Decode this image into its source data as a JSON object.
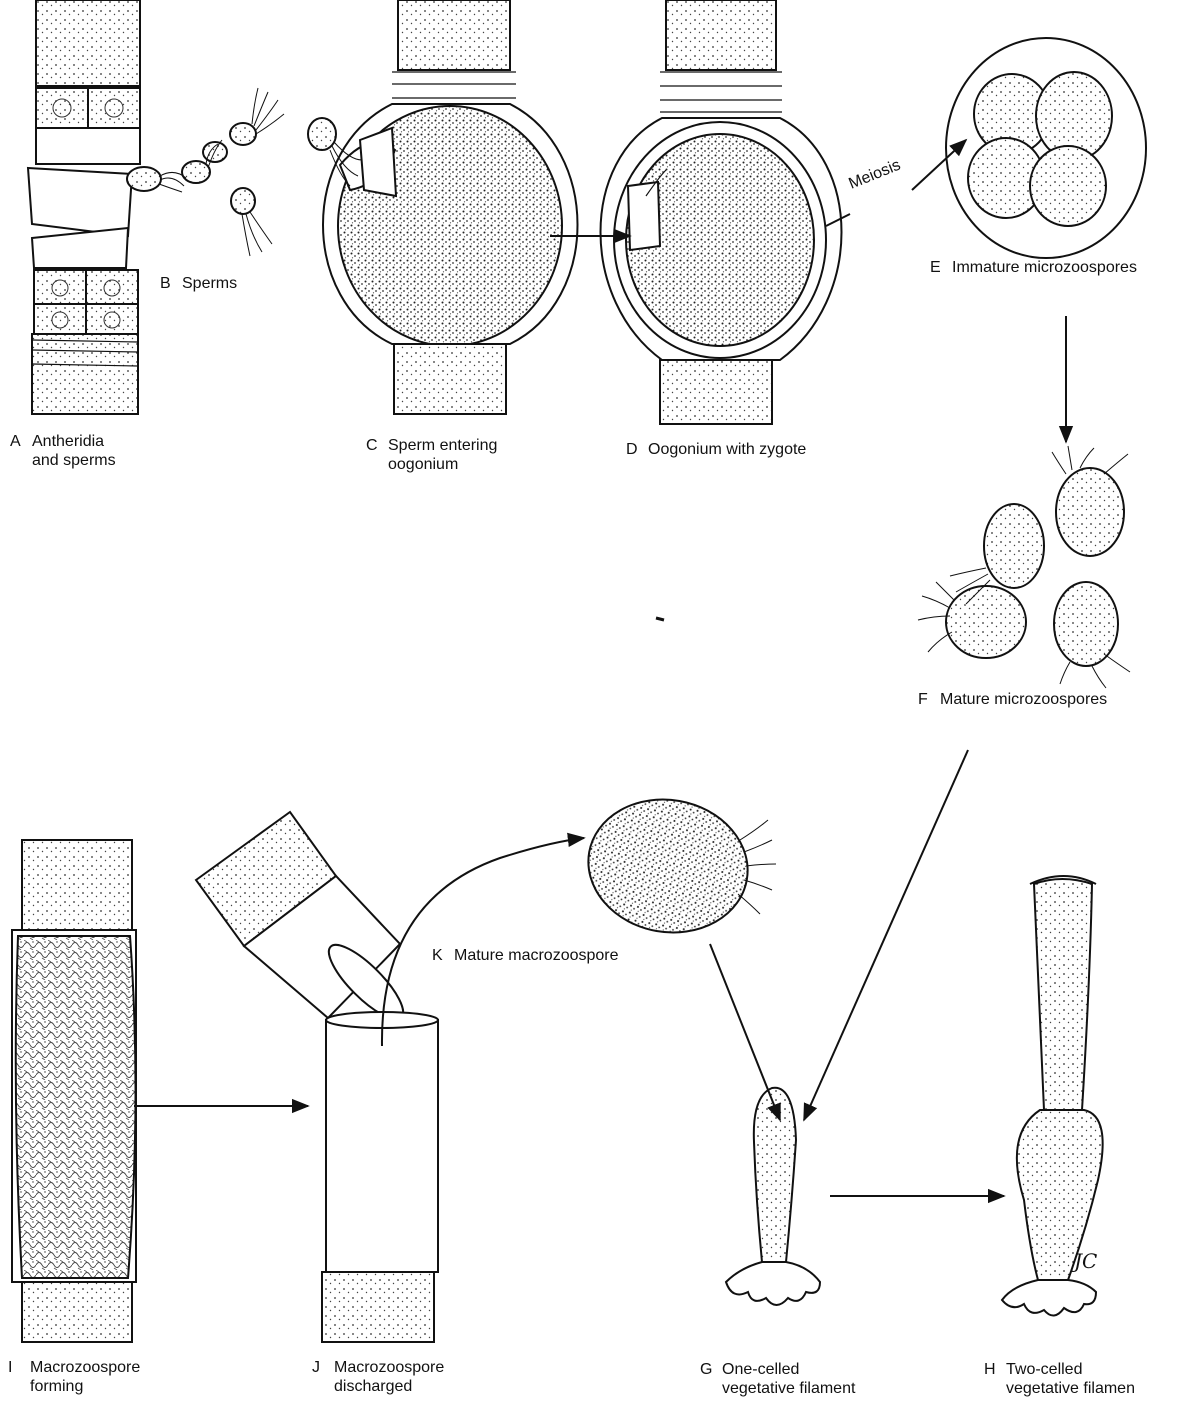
{
  "labels": {
    "A": {
      "letter": "A",
      "line1": "Antheridia",
      "line2": "and sperms"
    },
    "B": {
      "letter": "B",
      "line1": "Sperms"
    },
    "C": {
      "letter": "C",
      "line1": "Sperm entering",
      "line2": "oogonium"
    },
    "D": {
      "letter": "D",
      "line1": "Oogonium with zygote"
    },
    "E": {
      "letter": "E",
      "line1": "Immature microzoospores"
    },
    "F": {
      "letter": "F",
      "line1": "Mature microzoospores"
    },
    "G": {
      "letter": "G",
      "line1": "One-celled",
      "line2": "vegetative filament"
    },
    "H": {
      "letter": "H",
      "line1": "Two-celled",
      "line2": "vegetative filamen"
    },
    "I": {
      "letter": "I",
      "line1": "Macrozoospore",
      "line2": "forming"
    },
    "J": {
      "letter": "J",
      "line1": "Macrozoospore",
      "line2": "discharged"
    },
    "K": {
      "letter": "K",
      "line1": "Mature macrozoospore"
    }
  },
  "meiosis_label": "Meiosis",
  "signature": "JC"
}
